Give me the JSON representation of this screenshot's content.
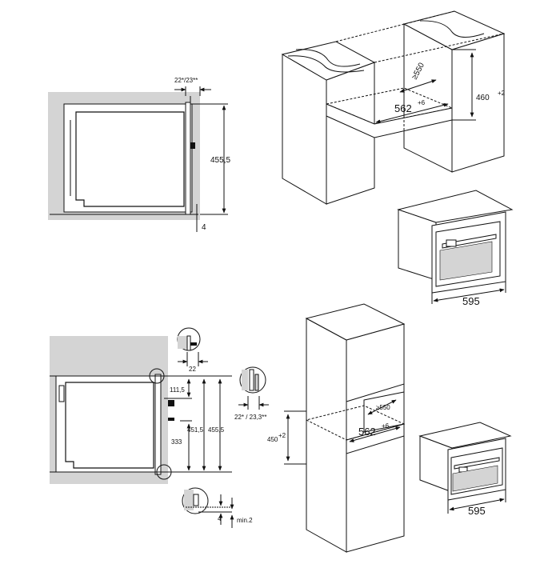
{
  "colors": {
    "cabinet_fill": "#d4d4d4",
    "cabinet_dark": "#bdbdbd",
    "line": "#111111",
    "background": "#ffffff"
  },
  "top_left": {
    "gap_label": "22*/23**",
    "height_label": "455,5",
    "bottom_label": "4"
  },
  "top_right": {
    "depth_label": "≥550",
    "width_label": "562",
    "width_sup": "+6",
    "height_label": "460",
    "height_sup": "+2",
    "appliance_width": "595"
  },
  "bottom_left": {
    "detail_top_label": "22",
    "dim_111": "111,5",
    "dim_451": "451,5",
    "dim_455": "455,5",
    "dim_333": "333",
    "gap_label": "22* / 23,3**",
    "bottom_4": "4",
    "bottom_min": "min.2"
  },
  "bottom_right": {
    "depth_label": "≥550",
    "width_label": "562",
    "width_sup": "+6",
    "height_label": "450",
    "height_sup": "+2",
    "appliance_width": "595"
  }
}
